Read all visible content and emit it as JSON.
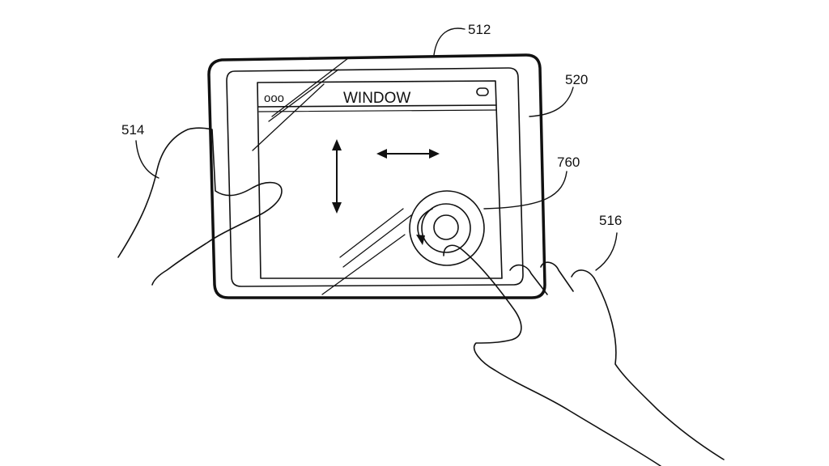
{
  "figure": {
    "window_title": "WINDOW",
    "window_dots": "ooo",
    "reference_numerals": {
      "device": "512",
      "left_hand": "514",
      "right_hand": "516",
      "display": "520",
      "touch_control": "760"
    },
    "colors": {
      "line": "#111111",
      "background": "#ffffff"
    }
  }
}
